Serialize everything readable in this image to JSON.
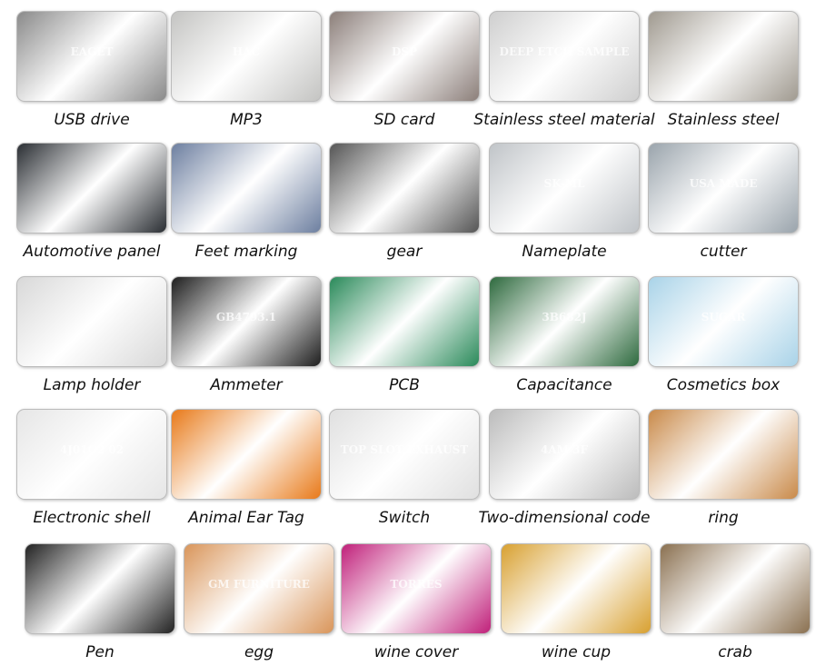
{
  "items": [
    {
      "label": "USB drive",
      "color": "#8a8a8a",
      "mark": "EAGET"
    },
    {
      "label": "MP3",
      "color": "#c4c4c2",
      "mark": "HAC"
    },
    {
      "label": "SD card",
      "color": "#8c7f7a",
      "mark": "DSP"
    },
    {
      "label": "Stainless steel material",
      "color": "#cfcfcf",
      "mark": "DEEP ETCH SAMPLE"
    },
    {
      "label": "Stainless steel",
      "color": "#a09a90",
      "mark": ""
    },
    {
      "label": "Automotive panel",
      "color": "#2a2e33",
      "mark": ""
    },
    {
      "label": "Feet marking",
      "color": "#6d7fa0",
      "mark": ""
    },
    {
      "label": "gear",
      "color": "#555555",
      "mark": ""
    },
    {
      "label": "Nameplate",
      "color": "#c0c4c8",
      "mark": "SK-ML"
    },
    {
      "label": "cutter",
      "color": "#9aa4ac",
      "mark": "USA MADE"
    },
    {
      "label": "Lamp holder",
      "color": "#d8d8d8",
      "mark": ""
    },
    {
      "label": "Ammeter",
      "color": "#1e1e1e",
      "mark": "GB4793.1"
    },
    {
      "label": "PCB",
      "color": "#2a8a5a",
      "mark": ""
    },
    {
      "label": "Capacitance",
      "color": "#2e6a3e",
      "mark": "3B682J"
    },
    {
      "label": "Cosmetics box",
      "color": "#a9d3e8",
      "mark": "SUGAR"
    },
    {
      "label": "Electronic shell",
      "color": "#e6e6e6",
      "mark": "4J01G2 02"
    },
    {
      "label": "Animal Ear Tag",
      "color": "#e87a1a",
      "mark": ""
    },
    {
      "label": "Switch",
      "color": "#e0e0e0",
      "mark": "TOP SLOT EXHAUST"
    },
    {
      "label": "Two-dimensional code",
      "color": "#bcbcbc",
      "mark": "4AM 3F"
    },
    {
      "label": "ring",
      "color": "#c98a4a",
      "mark": ""
    },
    {
      "label": "Pen",
      "color": "#222222",
      "mark": ""
    },
    {
      "label": "egg",
      "color": "#d9955a",
      "mark": "GM FURNITURE"
    },
    {
      "label": "wine cover",
      "color": "#c0207a",
      "mark": "TORRES"
    },
    {
      "label": "wine cup",
      "color": "#d8a030",
      "mark": ""
    },
    {
      "label": "crab",
      "color": "#8a7050",
      "mark": ""
    }
  ]
}
